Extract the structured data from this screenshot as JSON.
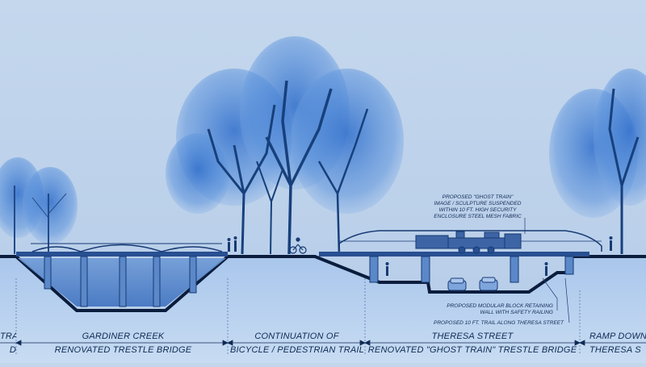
{
  "annotations": {
    "ghost_train_line1": "PROPOSED \"GHOST TRAIN\"",
    "ghost_train_line2": "IMAGE / SCULPTURE SUSPENDED",
    "ghost_train_line3": "WITHIN 10 FT. HIGH SECURITY",
    "ghost_train_line4": "ENCLOSURE STEEL MESH FABRIC",
    "retaining_wall_line1": "PROPOSED MODULAR BLOCK RETAINING",
    "retaining_wall_line2": "WALL WITH SAFETY RAILING",
    "trail_note": "PROPOSED 10 FT. TRAIL ALONG THERESA STREET"
  },
  "sections": [
    {
      "line1": "TRAIL",
      "line2": "D"
    },
    {
      "line1": "GARDINER CREEK",
      "line2": "RENOVATED TRESTLE BRIDGE"
    },
    {
      "line1": "CONTINUATION OF",
      "line2": "BICYCLE / PEDESTRIAN TRAIL"
    },
    {
      "line1": "THERESA STREET",
      "line2": "RENOVATED \"GHOST TRAIN\" TRESTLE BRIDGE"
    },
    {
      "line1": "RAMP DOWN",
      "line2": "THERESA S"
    }
  ],
  "colors": {
    "sky": "#c3d6ec",
    "ink": "#0f2a55",
    "foliage": "#3f7fd3",
    "water": "#5f8fd0"
  },
  "icons": [
    "tree-illustration",
    "bicycle-icon",
    "pedestrian-icon",
    "car-icon",
    "locomotive-sculpture"
  ]
}
